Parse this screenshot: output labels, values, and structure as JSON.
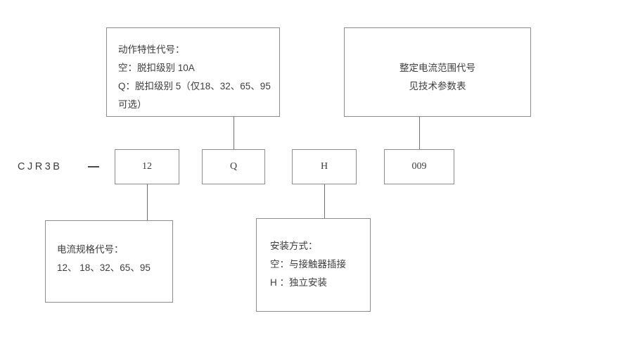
{
  "diagram": {
    "title": "CJR3B product designation code breakdown",
    "line_color": "#8c8c8c",
    "text_color": "#3d3d3d",
    "background": "#ffffff"
  },
  "prefix": {
    "series_code": "CJR3B",
    "separator": "—"
  },
  "code_boxes": [
    {
      "id": "current-rating",
      "value": "12"
    },
    {
      "id": "trip-characteristic",
      "value": "Q"
    },
    {
      "id": "mounting-type",
      "value": "H"
    },
    {
      "id": "setting-current-range",
      "value": "009"
    }
  ],
  "callouts": {
    "trip_characteristic": {
      "id": "trip-characteristic-note",
      "lines": [
        "动作特性代号：",
        "空：脱扣级别 10A",
        "Q：脱扣级别 5（仅18、32、65、95",
        "可选）"
      ]
    },
    "setting_current_range": {
      "id": "setting-current-range-note",
      "lines": [
        "整定电流范围代号",
        "见技术参数表"
      ]
    },
    "current_rating": {
      "id": "current-rating-note",
      "lines": [
        "电流规格代号：",
        "12、 18、32、65、95"
      ]
    },
    "mounting_type": {
      "id": "mounting-type-note",
      "lines": [
        "安装方式：",
        "空：与接触器插接",
        "H ：独立安装"
      ]
    }
  }
}
